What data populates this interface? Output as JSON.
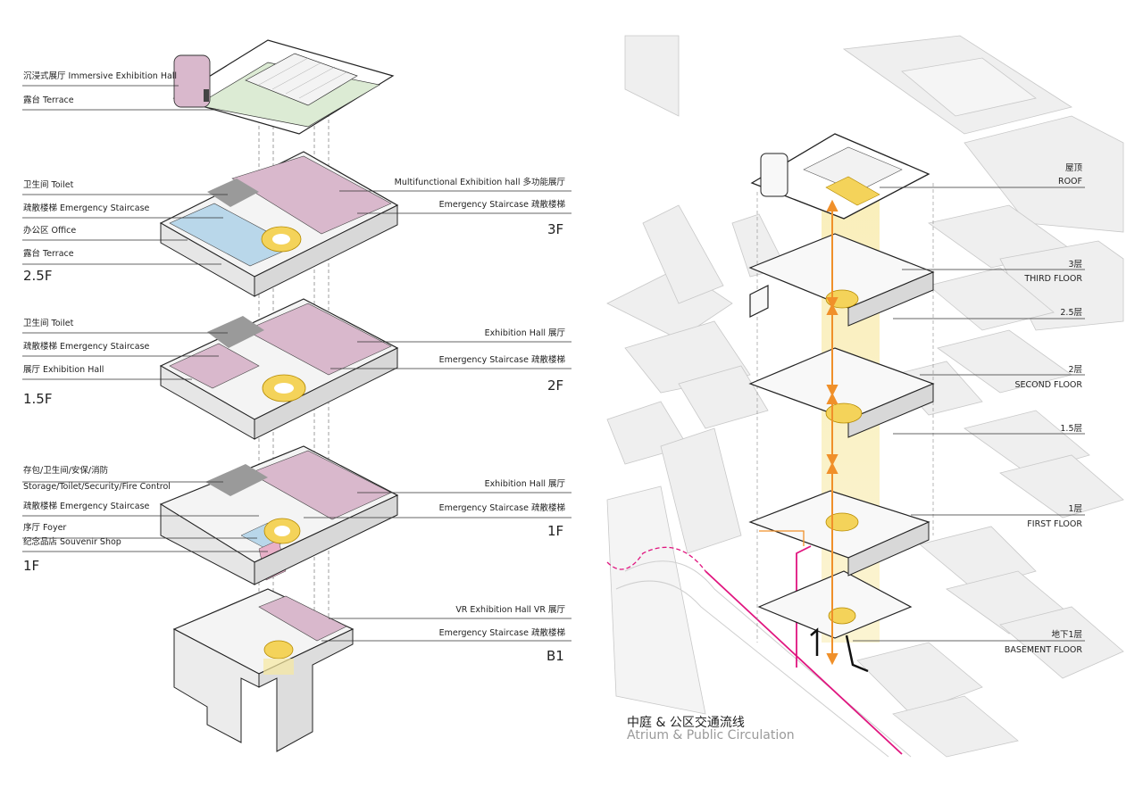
{
  "left": {
    "roof": {
      "labels": [
        "沉浸式展厅 Immersive Exhibition Hall",
        "露台 Terrace"
      ]
    },
    "level3": {
      "left_labels": [
        "卫生间 Toilet",
        "疏散楼梯 Emergency Staircase",
        "办公区 Office",
        "露台 Terrace"
      ],
      "left_floor": "2.5F",
      "right_labels": [
        "Multifunctional Exhibition hall 多功能展厅",
        "Emergency Staircase 疏散楼梯"
      ],
      "right_floor": "3F"
    },
    "level2": {
      "left_labels": [
        "卫生间 Toilet",
        "疏散楼梯 Emergency Staircase",
        "展厅 Exhibition Hall"
      ],
      "left_floor": "1.5F",
      "right_labels": [
        "Exhibition Hall 展厅",
        "Emergency Staircase 疏散楼梯"
      ],
      "right_floor": "2F"
    },
    "level1": {
      "left_labels": [
        "存包/卫生间/安保/消防",
        "Storage/Toilet/Security/Fire Control",
        "疏散楼梯 Emergency Staircase",
        "序厅 Foyer",
        "纪念品店 Souvenir Shop"
      ],
      "left_floor": "1F",
      "right_labels": [
        "Exhibition Hall 展厅",
        "Emergency Staircase 疏散楼梯"
      ],
      "right_floor": "1F"
    },
    "basement": {
      "right_labels": [
        "VR Exhibition Hall VR 展厅",
        "Emergency Staircase 疏散楼梯"
      ],
      "right_floor": "B1"
    }
  },
  "right": {
    "floors": [
      {
        "zh": "屋顶",
        "en": "ROOF"
      },
      {
        "zh": "3层",
        "en": "THIRD FLOOR"
      },
      {
        "zh": "2.5层",
        "en": ""
      },
      {
        "zh": "2层",
        "en": "SECOND FLOOR"
      },
      {
        "zh": "1.5层",
        "en": ""
      },
      {
        "zh": "1层",
        "en": "FIRST FLOOR"
      },
      {
        "zh": "地下1层",
        "en": "BASEMENT FLOOR"
      }
    ],
    "caption_zh": "中庭 & 公区交通流线",
    "caption_en": "Atrium & Public Circulation"
  },
  "colors": {
    "pink": "#d9b8cc",
    "blue": "#b9d7ea",
    "green": "#dcebd4",
    "yellow": "#f4d35a",
    "orange": "#f0902a",
    "magenta": "#e0157f",
    "line": "#222222",
    "bldg": "#eeeeee"
  }
}
